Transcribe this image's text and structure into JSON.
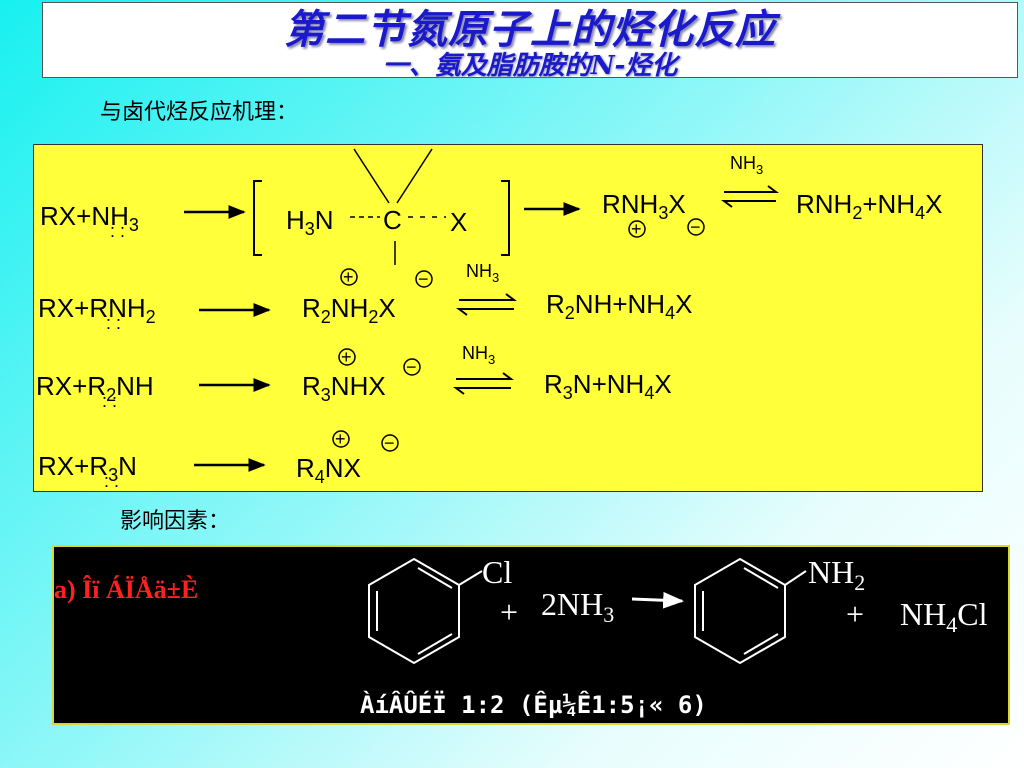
{
  "title": {
    "main": "第二节氮原子上的烃化反应",
    "sub": "一、氨及脂肪胺的N-烃化"
  },
  "mechanism_heading": "与卤代烃反应机理：",
  "factors_heading": "影响因素：",
  "reactions": {
    "r1": {
      "reactant_prefix": "RX+",
      "reactant_N": "N",
      "reactant_H": "H",
      "reactant_sub": "3",
      "ts_H": "H",
      "ts_sub": "3",
      "ts_N": "N",
      "ts_C": "C",
      "ts_X": "X",
      "product_a": "RNH",
      "product_a_sub": "3",
      "product_a_X": "X",
      "reagent": "NH",
      "reagent_sub": "3",
      "product_b1": "RNH",
      "product_b1_sub": "2",
      "product_b2": "+NH",
      "product_b2_sub": "4",
      "product_b3": "X"
    },
    "r2": {
      "reactant_prefix": "RX+",
      "reactant_R": "R",
      "reactant_rest": "NH",
      "reactant_sub": "2",
      "product_a1": "R",
      "product_a1_sub": "2",
      "product_a2": "NH",
      "product_a2_sub": "2",
      "product_a3": "X",
      "reagent": "NH",
      "reagent_sub": "3",
      "product_b1": "R",
      "product_b1_sub": "2",
      "product_b2": "NH+NH",
      "product_b2_sub": "4",
      "product_b3": "X"
    },
    "r3": {
      "reactant_prefix": "RX+",
      "reactant_R": "R",
      "reactant_sub": "2",
      "reactant_rest": "NH",
      "product_a1": "R",
      "product_a1_sub": "3",
      "product_a2": "NHX",
      "reagent": "NH",
      "reagent_sub": "3",
      "product_b1": "R",
      "product_b1_sub": "3",
      "product_b2": "N+NH",
      "product_b2_sub": "4",
      "product_b3": "X"
    },
    "r4": {
      "reactant_prefix": "RX+",
      "reactant_R": "R",
      "reactant_sub": "3",
      "reactant_rest": "N",
      "product_a1": "R",
      "product_a1_sub": "4",
      "product_a2": "NX"
    }
  },
  "charges": {
    "plus": "+",
    "minus": "−",
    "lone_pair": ": :"
  },
  "factor": {
    "label": "a) Îï ÁÏÅä±È",
    "cl": "Cl",
    "plus1": "+",
    "reagent": "2NH",
    "reagent_sub": "3",
    "nh": "NH",
    "nh_sub": "2",
    "plus2": "+",
    "salt1": "NH",
    "salt_sub": "4",
    "salt2": "Cl",
    "ratio": "ÀíÂÛÉÏ 1:2 (Êµ¼Ê1:5¡« 6)"
  },
  "colors": {
    "title": "#1a1acc",
    "panel_yellow": "#ffff3a",
    "panel_black": "#000000",
    "label_red": "#ff2020"
  }
}
